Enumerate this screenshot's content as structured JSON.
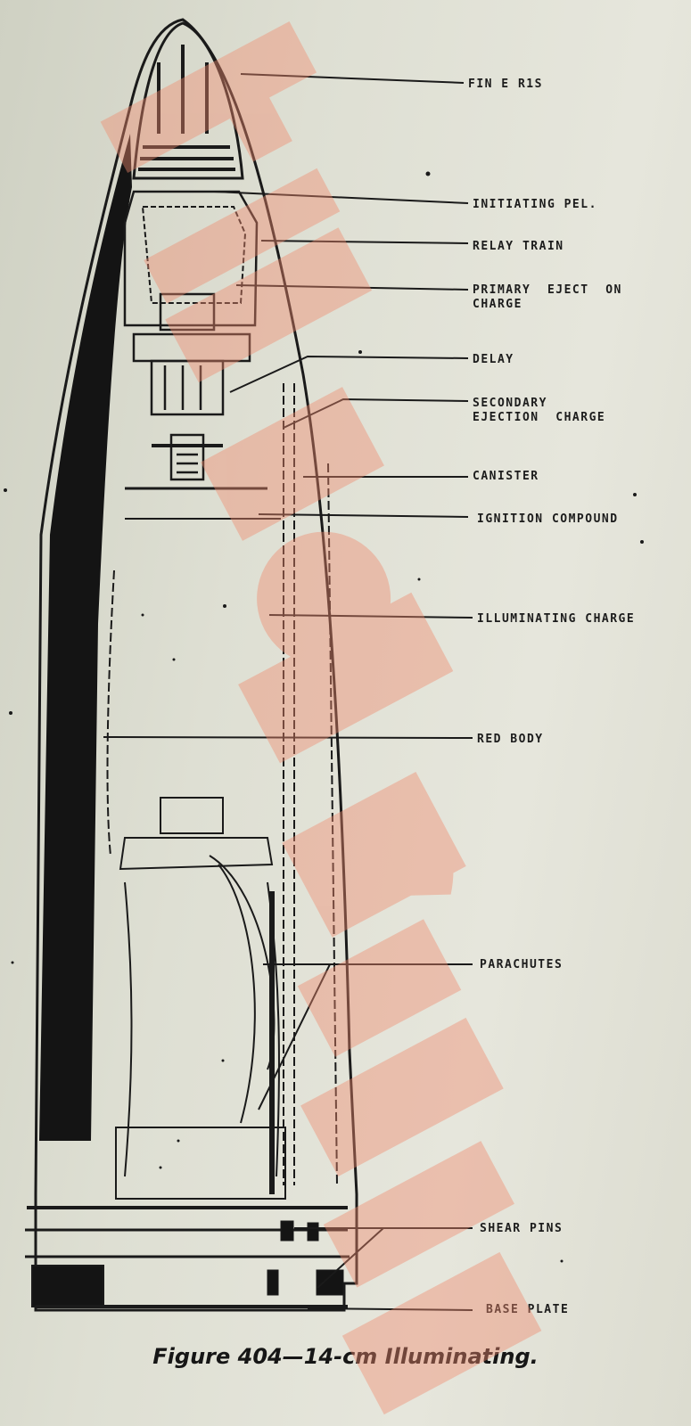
{
  "callouts": [
    {
      "label": "FIN  E  R1S"
    },
    {
      "label": "INITIATING  PEL."
    },
    {
      "label": "RELAY  TRAIN"
    },
    {
      "label": "PRIMARY  EJECT  ON\nCHARGE"
    },
    {
      "label": "DELAY"
    },
    {
      "label": "SECONDARY\nEJECTION  CHARGE"
    },
    {
      "label": "CANISTER"
    },
    {
      "label": "IGNITION  COMPOUND"
    },
    {
      "label": "ILLUMINATING  CHARGE"
    },
    {
      "label": "RED  BODY"
    },
    {
      "label": "PARACHUTES"
    },
    {
      "label": "SHEAR  PINS"
    },
    {
      "label": "BASE  PLATE"
    }
  ],
  "caption": "Figure 404—14-cm Illuminating.",
  "colors": {
    "ink": "#1a1a1a",
    "paper": "#e0e0d5",
    "watermark": "#f08a6e"
  }
}
